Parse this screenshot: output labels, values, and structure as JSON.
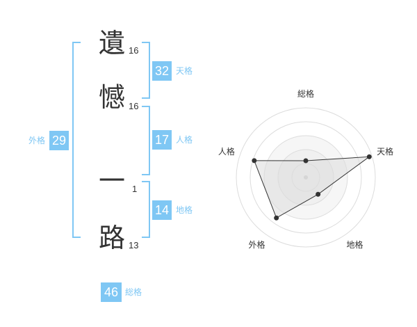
{
  "name": {
    "characters": [
      {
        "char": "遺",
        "strokes": "16"
      },
      {
        "char": "憾",
        "strokes": "16"
      },
      {
        "char": "一",
        "strokes": "1"
      },
      {
        "char": "路",
        "strokes": "13"
      }
    ]
  },
  "fortune": {
    "tenkaku": {
      "value": "32",
      "label": "天格"
    },
    "jinkaku": {
      "value": "17",
      "label": "人格"
    },
    "chikaku": {
      "value": "14",
      "label": "地格"
    },
    "gaikaku": {
      "value": "29",
      "label": "外格"
    },
    "soukaku": {
      "value": "46",
      "label": "総格"
    }
  },
  "colors": {
    "accent": "#7fc7f4",
    "text": "#333333"
  },
  "chart_data": {
    "type": "radar",
    "axes": [
      "総格",
      "天格",
      "地格",
      "外格",
      "人格"
    ],
    "values": [
      1.2,
      4.8,
      1.5,
      3.6,
      3.9
    ],
    "rmax": 5,
    "rings": 5
  }
}
